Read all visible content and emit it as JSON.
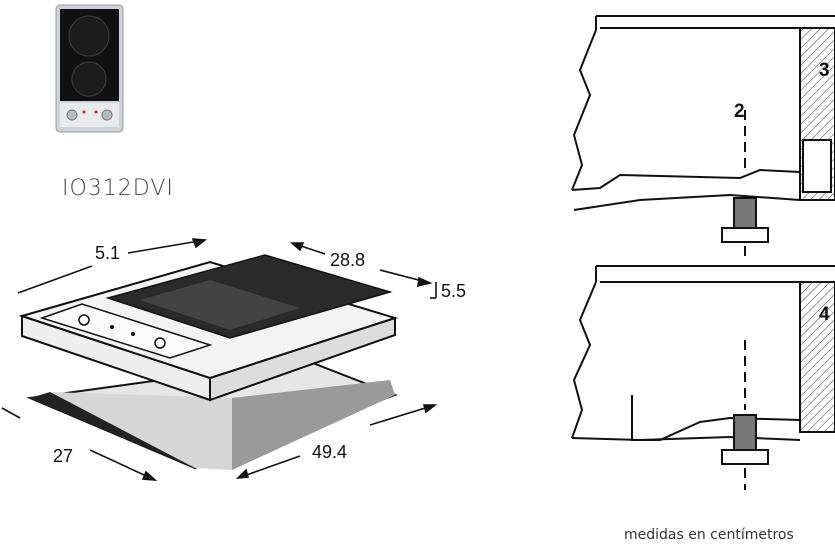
{
  "product": {
    "model": "IO312DVI",
    "units_note": "medidas en centímetros"
  },
  "dimensions": {
    "depth": "5.1",
    "width": "28.8",
    "height": "5.5",
    "cutout_width": "27",
    "cutout_depth": "49.4"
  },
  "detail_views": {
    "spacer_label": "2",
    "top_number": "3",
    "bottom_number": "4"
  }
}
